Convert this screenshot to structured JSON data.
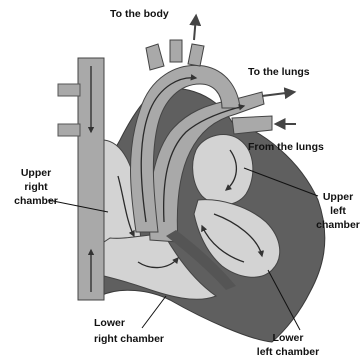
{
  "labels": {
    "to_body": "To the body",
    "to_lungs": "To the lungs",
    "from_lungs": "From the lungs",
    "upper_right": [
      "Upper",
      "right",
      "chamber"
    ],
    "upper_left": [
      "Upper",
      "left",
      "chamber"
    ],
    "lower_right": [
      "Lower",
      "right chamber"
    ],
    "lower_left": [
      "Lower",
      "left chamber"
    ]
  },
  "colors": {
    "outer_wall": "#5f5f5f",
    "vessel": "#a9a9a9",
    "chamber_fill": "#d3d3d3",
    "dark_wall": "#555555",
    "text": "#111111"
  }
}
